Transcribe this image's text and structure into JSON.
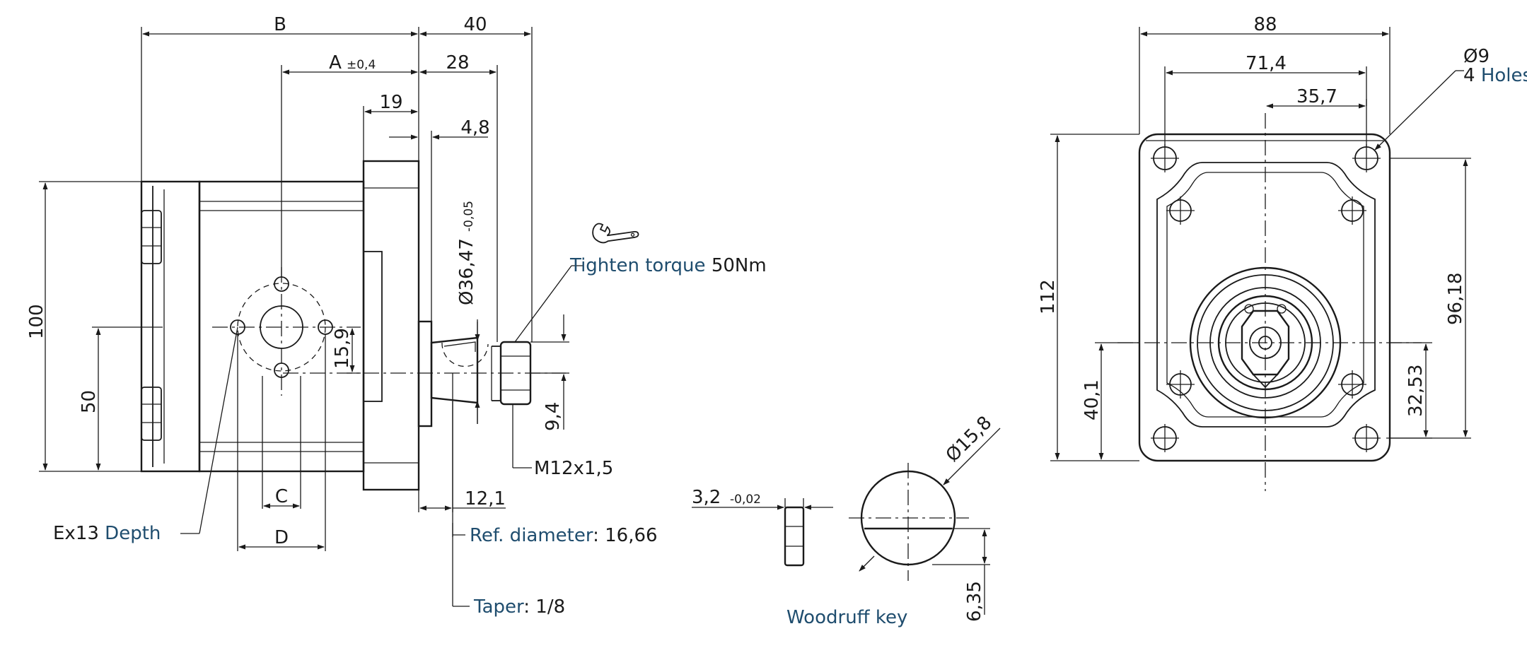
{
  "dims": {
    "B": "B",
    "d40": "40",
    "A": "A",
    "A_tol": "±0,4",
    "d28": "28",
    "d19": "19",
    "d4_8": "4,8",
    "d36_47": "Ø36,47",
    "d36_47_tol": "-0,05",
    "d15_9": "15,9",
    "d100": "100",
    "d50": "50",
    "C": "C",
    "D": "D",
    "d9_4": "9,4",
    "d12_1": "12,1",
    "d88": "88",
    "d71_4": "71,4",
    "d35_7": "35,7",
    "d112": "112",
    "d96_18": "96,18",
    "d40_1": "40,1",
    "d32_53": "32,53",
    "d15_8": "Ø15,8",
    "d3_2": "3,2",
    "d3_2_tol": "-0,02",
    "d6_35": "6,35"
  },
  "callouts": {
    "tighten_label": "Tighten torque",
    "tighten_value": "50Nm",
    "thread": "M12x1,5",
    "ex13": "Ex13",
    "depth": "Depth",
    "ref_label": "Ref. diameter",
    "ref_value": ": 16,66",
    "taper_label": "Taper",
    "taper_value": ": 1/8",
    "hole_dia": "Ø9",
    "holes_count": "4",
    "holes_label": "Holes",
    "woodruff": "Woodruff key"
  },
  "icons": {
    "wrench": "wrench-icon"
  }
}
